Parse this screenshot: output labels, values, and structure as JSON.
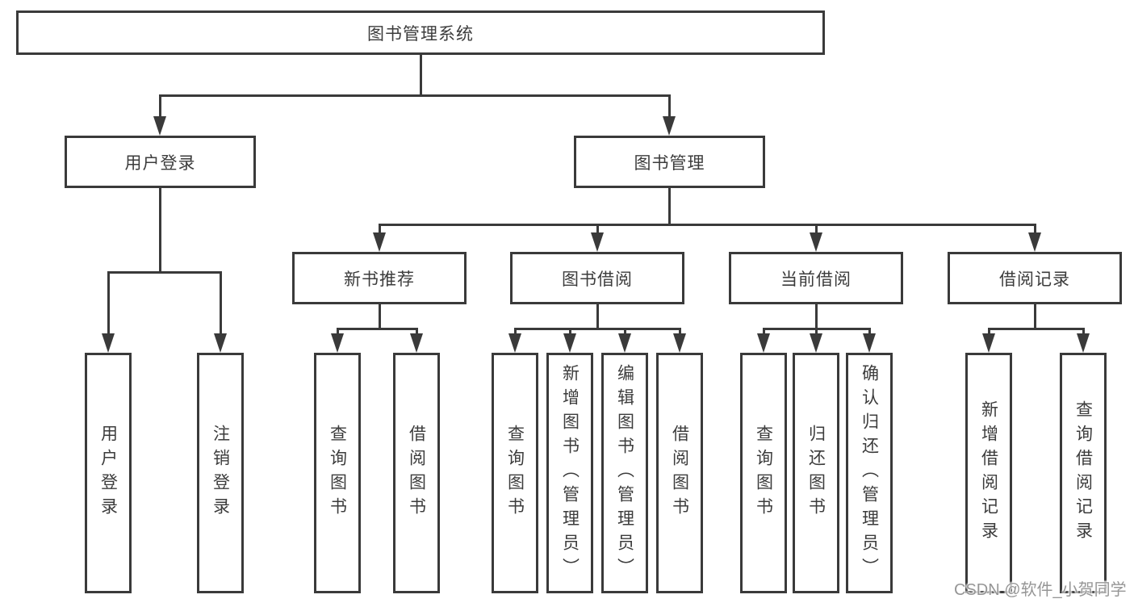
{
  "root": {
    "label": "图书管理系统"
  },
  "level2": [
    {
      "label": "用户登录"
    },
    {
      "label": "图书管理"
    }
  ],
  "level3": [
    {
      "label": "新书推荐"
    },
    {
      "label": "图书借阅"
    },
    {
      "label": "当前借阅"
    },
    {
      "label": "借阅记录"
    }
  ],
  "leaves": [
    {
      "label": "用户登录"
    },
    {
      "label": "注销登录"
    },
    {
      "label": "查询图书"
    },
    {
      "label": "借阅图书"
    },
    {
      "label": "查询图书"
    },
    {
      "label": "新增图书（管理员）"
    },
    {
      "label": "编辑图书（管理员）"
    },
    {
      "label": "借阅图书"
    },
    {
      "label": "查询图书"
    },
    {
      "label": "归还图书"
    },
    {
      "label": "确认归还（管理员）"
    },
    {
      "label": "新增借阅记录"
    },
    {
      "label": "查询借阅记录"
    }
  ],
  "watermark": {
    "text": "CSDN @软件_小贺同学"
  },
  "colors": {
    "line": "#3a3a3a",
    "text": "#3c3c3c",
    "background": "#ffffff",
    "watermark": "#969696"
  }
}
